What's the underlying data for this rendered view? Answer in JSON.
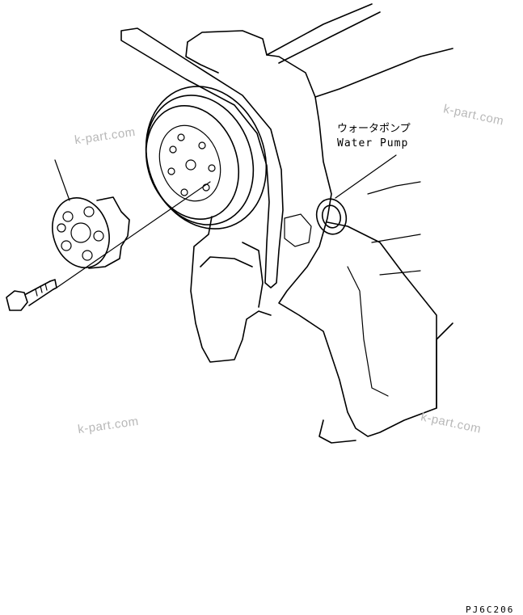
{
  "labels": {
    "part_name_jp": "ウォータポンプ",
    "part_name_en": "Water Pump",
    "figure_code": "PJ6C206"
  },
  "watermarks": [
    "k-part.com",
    "k-part.com",
    "k-part.com",
    "k-part.com"
  ],
  "colors": {
    "line": "#000000",
    "watermark": "#b8b8b8",
    "background": "#ffffff"
  }
}
